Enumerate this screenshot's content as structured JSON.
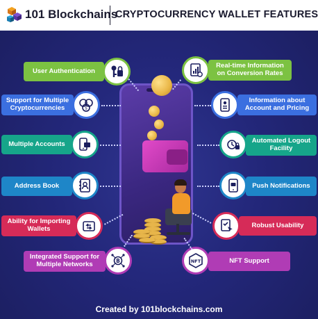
{
  "header": {
    "brand": "101 Blockchains",
    "title": "CRYPTOCURRENCY WALLET FEATURES"
  },
  "features_left": [
    {
      "label": "User Authentication",
      "color": "#7cc242",
      "icon": "key-lock-icon"
    },
    {
      "label": "Support for Multiple Cryptocurrencies",
      "color": "#3b6fe0",
      "icon": "multi-coin-icon"
    },
    {
      "label": "Multiple Accounts",
      "color": "#16a58a",
      "icon": "accounts-icon"
    },
    {
      "label": "Address Book",
      "color": "#1e86c8",
      "icon": "address-book-icon"
    },
    {
      "label": "Ability for Importing Wallets",
      "color": "#d62b58",
      "icon": "import-wallet-icon"
    },
    {
      "label": "Integrated Support for Multiple Networks",
      "color": "#b03cb5",
      "icon": "network-bitcoin-icon"
    }
  ],
  "features_right": [
    {
      "label": "Real-time Information on Conversion Rates",
      "color": "#7cc242",
      "icon": "rates-chart-icon"
    },
    {
      "label": "Information about Account and Pricing",
      "color": "#3b6fe0",
      "icon": "account-info-icon"
    },
    {
      "label": "Automated Logout Facility",
      "color": "#16a58a",
      "icon": "auto-logout-icon"
    },
    {
      "label": "Push Notifications",
      "color": "#1e86c8",
      "icon": "phone-notification-icon"
    },
    {
      "label": "Robust Usability",
      "color": "#d62b58",
      "icon": "usability-icon"
    },
    {
      "label": "NFT Support",
      "color": "#b03cb5",
      "icon": "nft-icon"
    }
  ],
  "footer": {
    "credit": "Created by 101blockchains.com"
  }
}
